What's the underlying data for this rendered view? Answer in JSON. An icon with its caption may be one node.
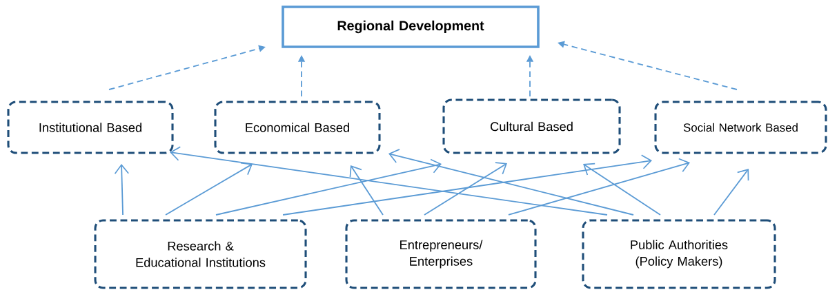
{
  "diagram": {
    "nodes": [
      {
        "text": [
          "Regional Development"
        ]
      },
      {
        "text": [
          "Institutional Based"
        ]
      },
      {
        "text": [
          "Economical Based"
        ]
      },
      {
        "text": [
          "Cultural Based"
        ]
      },
      {
        "text": [
          "Social Network Based"
        ]
      },
      {
        "text": [
          "Research & Educational Institutions"
        ]
      },
      {
        "text": [
          "Entrepreneurs/ Enterprises"
        ]
      },
      {
        "text": [
          "Public Authorities (Policy Makers)"
        ]
      }
    ],
    "edges": [
      {
        "from": 1,
        "to": 0,
        "arrow": "to",
        "style": "dashed"
      },
      {
        "from": 2,
        "to": 0,
        "arrow": "to",
        "style": "dashed"
      },
      {
        "from": 3,
        "to": 0,
        "arrow": "to",
        "style": "dashed"
      },
      {
        "from": 4,
        "to": 0,
        "arrow": "to",
        "style": "dashed"
      },
      {
        "from": 5,
        "to": 1,
        "arrow": "to"
      },
      {
        "from": 5,
        "to": 2,
        "arrow": "to"
      },
      {
        "from": 5,
        "to": 3,
        "arrow": "to"
      },
      {
        "from": 5,
        "to": 4,
        "arrow": "to"
      },
      {
        "from": 6,
        "to": 2,
        "arrow": "to"
      },
      {
        "from": 6,
        "to": 3,
        "arrow": "to"
      },
      {
        "from": 6,
        "to": 4,
        "arrow": "to"
      },
      {
        "from": 7,
        "to": 1,
        "arrow": "to"
      },
      {
        "from": 7,
        "to": 2,
        "arrow": "to"
      },
      {
        "from": 7,
        "to": 3,
        "arrow": "to"
      },
      {
        "from": 7,
        "to": 4,
        "arrow": "to"
      }
    ]
  }
}
